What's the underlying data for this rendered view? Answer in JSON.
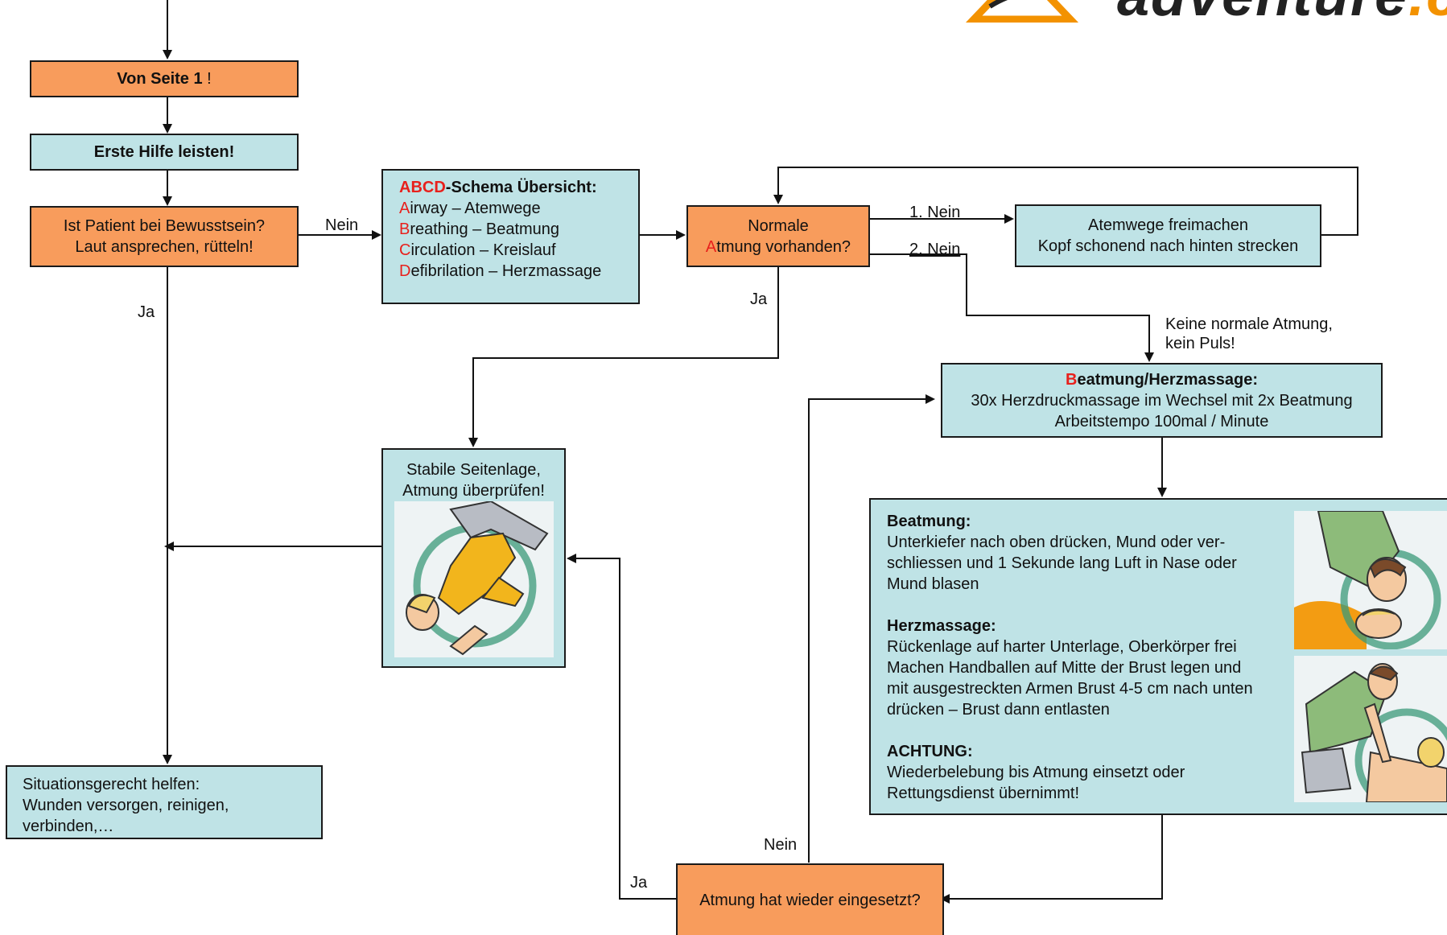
{
  "logo": {
    "text": "adventure",
    "suffix": ".c"
  },
  "nodes": {
    "von_seite": {
      "bold": "Von Seite 1",
      "rest": " !"
    },
    "erste_hilfe": "Erste Hilfe leisten!",
    "bewusstsein": {
      "line1": "Ist Patient bei Bewusstsein?",
      "line2": "Laut ansprechen, rütteln!"
    },
    "abcd": {
      "title_red": "ABCD",
      "title_rest": "-Schema Übersicht:",
      "items": [
        {
          "letter": "A",
          "rest": "irway – Atemwege"
        },
        {
          "letter": "B",
          "rest": "reathing – Beatmung"
        },
        {
          "letter": "C",
          "rest": "irculation – Kreislauf"
        },
        {
          "letter": "D",
          "rest": "efibrilation – Herzmassage"
        }
      ]
    },
    "normale": {
      "line1": "Normale",
      "line2_letter": "A",
      "line2_rest": "tmung vorhanden?"
    },
    "atemwege": {
      "line1": "Atemwege freimachen",
      "line2": "Kopf schonend nach hinten strecken"
    },
    "beatmung_herz": {
      "title_letter": "B",
      "title_rest": "eatmung/Herzmassage:",
      "line1": "30x Herzdruckmassage im Wechsel mit 2x Beatmung",
      "line2": "Arbeitstempo 100mal / Minute"
    },
    "stabile": {
      "line1": "Stabile Seitenlage,",
      "line2": "Atmung überprüfen!"
    },
    "situation": {
      "line1": "Situationsgerecht helfen:",
      "line2": "Wunden versorgen, reinigen,",
      "line3": "verbinden,…"
    },
    "details": {
      "beatmung_title": "Beatmung:",
      "beatmung_l1": "Unterkiefer nach oben drücken, Mund oder ver-",
      "beatmung_l2": "schliessen und 1 Sekunde lang Luft in Nase oder",
      "beatmung_l3": "Mund blasen",
      "herz_title": "Herzmassage:",
      "herz_l1": "Rückenlage auf harter Unterlage, Oberkörper frei",
      "herz_l2": "Machen Handballen auf Mitte der Brust legen und",
      "herz_l3": "mit ausgestreckten Armen Brust 4-5 cm nach unten",
      "herz_l4": "drücken – Brust dann entlasten",
      "achtung_title": "ACHTUNG:",
      "achtung_l1": "Wiederbelebung bis Atmung einsetzt oder",
      "achtung_l2": "Rettungsdienst übernimmt!"
    },
    "wieder": "Atmung hat wieder eingesetzt?"
  },
  "labels": {
    "nein1": "Nein",
    "ja1": "Ja",
    "nein_1": "1. Nein",
    "nein_2": "2. Nein",
    "ja2": "Ja",
    "keine_l1": "Keine normale Atmung,",
    "keine_l2": "kein Puls!",
    "nein_bottom": "Nein",
    "ja_bottom": "Ja"
  },
  "colors": {
    "orange": "#f89c5c",
    "teal": "#bfe3e6",
    "red": "#e8201c",
    "logo_orange": "#f39200"
  }
}
